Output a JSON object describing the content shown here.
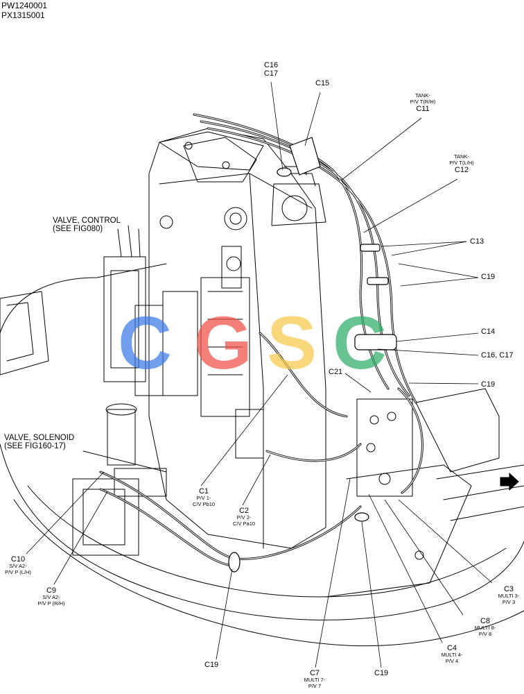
{
  "header": {
    "line1": "PW1240001",
    "line2": "PX1315001"
  },
  "watermark": {
    "letters": [
      {
        "char": "C",
        "color": "#3b7be8"
      },
      {
        "char": "G",
        "color": "#ef5148"
      },
      {
        "char": "S",
        "color": "#f8c84a"
      },
      {
        "char": "C",
        "color": "#2fae66"
      }
    ]
  },
  "notes": {
    "valve_control": {
      "line1": "VALVE, CONTROL",
      "line2": "(SEE FIG080)"
    },
    "valve_solenoid": {
      "line1": "VALVE, SOLENOID",
      "line2": "(SEE FIG160-17)"
    }
  },
  "callouts": {
    "c16_top": "C16",
    "c17_top": "C17",
    "c15": "C15",
    "c11": {
      "code": "C11",
      "desc1": "TANK-",
      "desc2": "P/V T(R/H)"
    },
    "c12": {
      "code": "C12",
      "desc1": "TANK-",
      "desc2": "P/V T(L/H)"
    },
    "c13": "C13",
    "c19_a": "C19",
    "c14": "C14",
    "c16_c17": "C16, C17",
    "c21": "C21",
    "c19_b": "C19",
    "c1": {
      "code": "C1",
      "desc1": "P/V 1-",
      "desc2": "C/V Pb10"
    },
    "c2": {
      "code": "C2",
      "desc1": "P/V 2-",
      "desc2": "C/V Pa10"
    },
    "c10": {
      "code": "C10",
      "desc1": "S/V A2-",
      "desc2": "P/V P (L/H)"
    },
    "c9": {
      "code": "C9",
      "desc1": "S/V A2-",
      "desc2": "P/V P (R/H)"
    },
    "c3": {
      "code": "C3",
      "desc1": "MULTI 3-",
      "desc2": "P/V 3"
    },
    "c8": {
      "code": "C8",
      "desc1": "MULTI 8-",
      "desc2": "P/V 8"
    },
    "c4": {
      "code": "C4",
      "desc1": "MULTI 4-",
      "desc2": "P/V 4"
    },
    "c7": {
      "code": "C7",
      "desc1": "MULTI 7-",
      "desc2": "P/V 7"
    },
    "c19_bottom_left": "C19",
    "c19_bottom_mid": "C19"
  }
}
